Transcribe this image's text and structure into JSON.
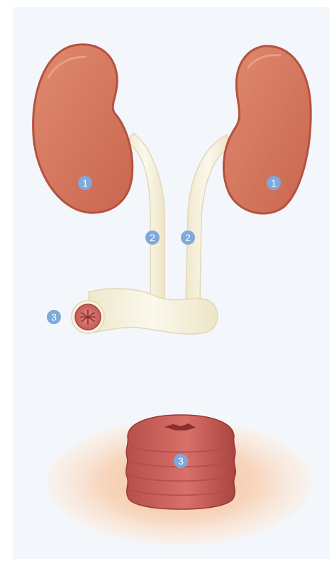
{
  "diagram": {
    "panel_color": "#f3f6fb",
    "marker_color": "#7ea9db",
    "marker_text_color": "#ffffff",
    "kidney_color": "#d47a62",
    "kidney_outline": "#b5523f",
    "ureter_color": "#f6f1de",
    "stoma_color": "#cc5f5a",
    "markers": [
      {
        "id": "left-kidney",
        "label": "1"
      },
      {
        "id": "right-kidney",
        "label": "1"
      },
      {
        "id": "left-ureter",
        "label": "2"
      },
      {
        "id": "right-ureter",
        "label": "2"
      },
      {
        "id": "conduit-stoma",
        "label": "3"
      },
      {
        "id": "stoma-closeup",
        "label": "3"
      }
    ]
  }
}
